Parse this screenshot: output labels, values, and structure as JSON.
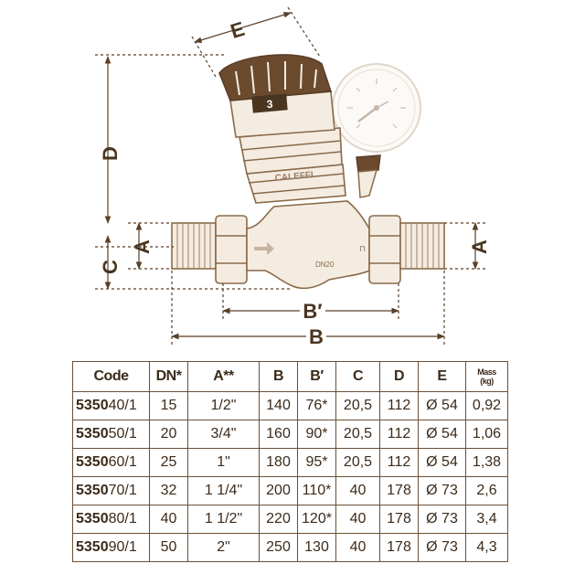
{
  "diagram": {
    "dimensions": {
      "E": "E",
      "D": "D",
      "C": "C",
      "A_left": "A",
      "A_right": "A",
      "B_prime": "B′",
      "B": "B"
    },
    "valve_text": {
      "brand": "CALEFFI",
      "size": "DN20",
      "knob_scale": "3"
    },
    "colors": {
      "line": "#8a6a4a",
      "fill": "#f5ece1",
      "dark": "#4a3520",
      "dim": "#5a3f28"
    }
  },
  "table": {
    "headers": [
      {
        "key": "code",
        "label": "Code"
      },
      {
        "key": "dn",
        "label": "DN*"
      },
      {
        "key": "a",
        "label": "A**"
      },
      {
        "key": "b",
        "label": "B"
      },
      {
        "key": "bp",
        "label": "B′"
      },
      {
        "key": "c",
        "label": "C"
      },
      {
        "key": "d",
        "label": "D"
      },
      {
        "key": "e",
        "label": "E"
      },
      {
        "key": "mass",
        "label": "Mass (kg)",
        "line1": "Mass",
        "line2": "(kg)"
      }
    ],
    "rows": [
      {
        "code_bold": "5350",
        "code_suffix": "40/1",
        "dn": "15",
        "a": "1/2\"",
        "b": "140",
        "bp": "76*",
        "c": "20,5",
        "d": "112",
        "e": "Ø 54",
        "mass": "0,92"
      },
      {
        "code_bold": "5350",
        "code_suffix": "50/1",
        "dn": "20",
        "a": "3/4\"",
        "b": "160",
        "bp": "90*",
        "c": "20,5",
        "d": "112",
        "e": "Ø 54",
        "mass": "1,06"
      },
      {
        "code_bold": "5350",
        "code_suffix": "60/1",
        "dn": "25",
        "a": "1\"",
        "b": "180",
        "bp": "95*",
        "c": "20,5",
        "d": "112",
        "e": "Ø 54",
        "mass": "1,38"
      },
      {
        "code_bold": "5350",
        "code_suffix": "70/1",
        "dn": "32",
        "a": "1 1/4\"",
        "b": "200",
        "bp": "110*",
        "c": "40",
        "d": "178",
        "e": "Ø 73",
        "mass": "2,6"
      },
      {
        "code_bold": "5350",
        "code_suffix": "80/1",
        "dn": "40",
        "a": "1 1/2\"",
        "b": "220",
        "bp": "120*",
        "c": "40",
        "d": "178",
        "e": "Ø 73",
        "mass": "3,4"
      },
      {
        "code_bold": "5350",
        "code_suffix": "90/1",
        "dn": "50",
        "a": "2\"",
        "b": "250",
        "bp": "130",
        "c": "40",
        "d": "178",
        "e": "Ø 73",
        "mass": "4,3"
      }
    ]
  }
}
